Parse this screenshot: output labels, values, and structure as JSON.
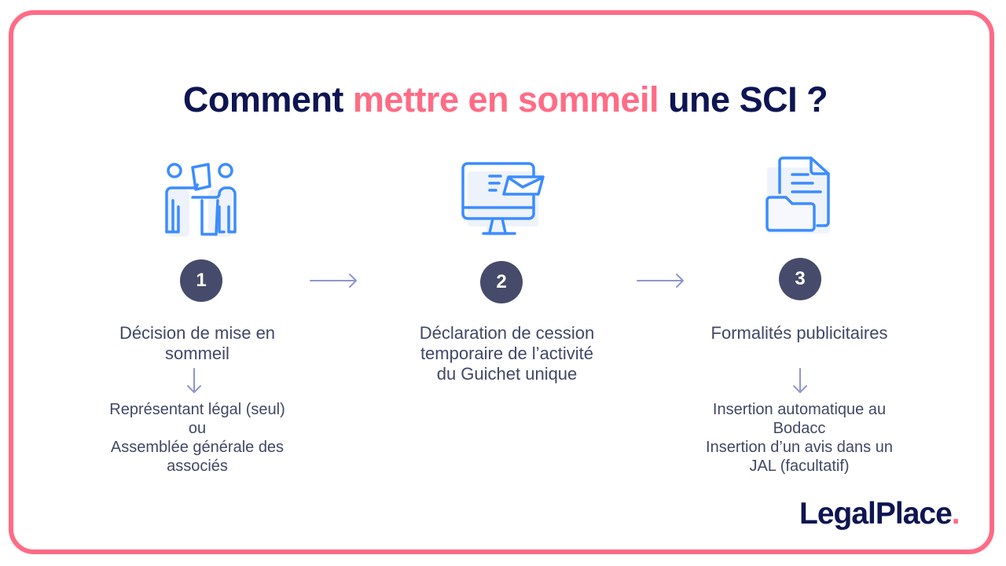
{
  "title": {
    "part1": "Comment ",
    "highlight": "mettre en sommeil",
    "part2": " une SCI ?"
  },
  "colors": {
    "border": "#ff6b85",
    "title_dark": "#0e1552",
    "highlight": "#ff6b85",
    "icon_blue": "#3b8cff",
    "badge": "#464b6b",
    "text": "#404866",
    "arrow": "#8f96cc"
  },
  "steps": [
    {
      "number": "1",
      "icon": "people-handing-document-icon",
      "title_lines": [
        "Décision de mise en",
        "sommeil"
      ],
      "has_down_arrow": true,
      "detail_lines": [
        "Représentant légal (seul)",
        "ou",
        "Assemblée générale des",
        "associés"
      ]
    },
    {
      "number": "2",
      "icon": "computer-monitor-email-icon",
      "title_lines": [
        "Déclaration de cession",
        "temporaire de l’activité",
        "du Guichet unique"
      ],
      "has_down_arrow": false,
      "detail_lines": []
    },
    {
      "number": "3",
      "icon": "document-folder-icon",
      "title_lines": [
        "Formalités publicitaires"
      ],
      "has_down_arrow": true,
      "detail_lines": [
        "Insertion automatique au",
        "Bodacc",
        "Insertion d’un avis dans un",
        "JAL (facultatif)"
      ]
    }
  ],
  "logo": {
    "text": "LegalPlace",
    "dot": "."
  }
}
